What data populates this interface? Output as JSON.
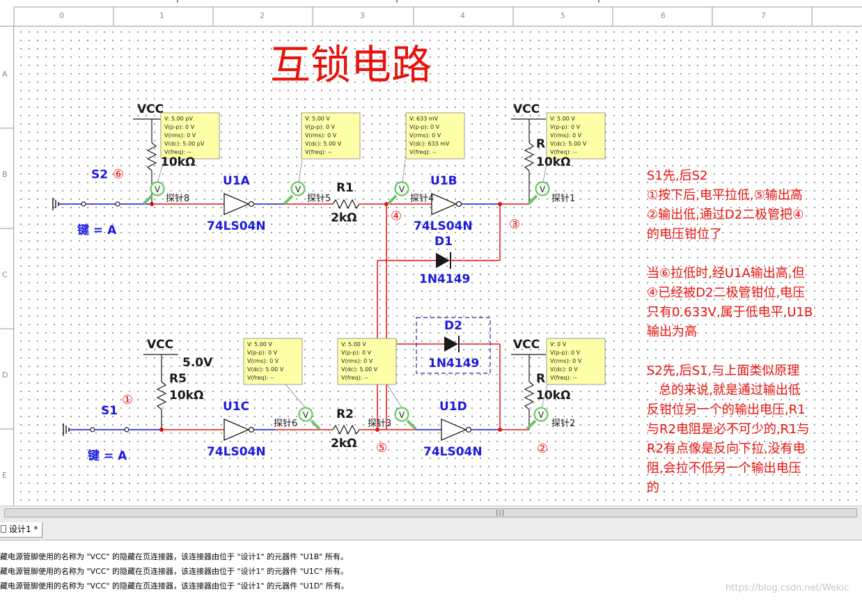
{
  "ruler": {
    "columns": [
      "0",
      "1",
      "2",
      "3",
      "4",
      "5",
      "6",
      "7"
    ],
    "rows": [
      "A",
      "B",
      "C",
      "D",
      "E"
    ]
  },
  "schematic": {
    "title": "互锁电路",
    "labels": {
      "vcc_top_left": "VCC",
      "vcc_top_right": "VCC",
      "vcc_bottom_left": "VCC",
      "vcc_bottom_right": "VCC",
      "voltage_5v": "5.0V",
      "r_top_left_value": "10kΩ",
      "r_top_right_name": "R",
      "r_top_right_value": "10kΩ",
      "r5_name": "R5",
      "r5_value": "10kΩ",
      "r_bottom_right_name": "R",
      "r_bottom_right_value": "10kΩ",
      "s2": "S2",
      "s2_mark": "⑥",
      "s1": "S1",
      "s1_mark": "①",
      "key_top": "键 = A",
      "key_bottom": "键 = A",
      "u1a": "U1A",
      "u1a_part": "74LS04N",
      "u1b": "U1B",
      "u1b_part": "74LS04N",
      "u1c": "U1C",
      "u1c_part": "74LS04N",
      "u1d": "U1D",
      "u1d_part": "74LS04N",
      "r1_name": "R1",
      "r1_value": "2kΩ",
      "r2_name": "R2",
      "r2_value": "2kΩ",
      "d1_name": "D1",
      "d1_part": "1N4149",
      "d2_name": "D2",
      "d2_part": "1N4149",
      "node_4": "④",
      "node_3": "③",
      "node_5": "⑤",
      "node_2": "②",
      "probe_8": "探针8",
      "probe_5": "探针5",
      "probe_4": "探针4",
      "probe_1": "探针1",
      "probe_6": "探针6",
      "probe_3": "探针3",
      "probe_2": "探针2",
      "probe_v": "V"
    },
    "probes": [
      {
        "v": "V: 5.00 pV",
        "vpp": "V(p-p): 0 V",
        "vrms": "V(rms): 0 V",
        "vdc": "V(dc): 5.00 pV",
        "vfreq": "V(freq): --"
      },
      {
        "v": "V: 5.00 V",
        "vpp": "V(p-p): 0 V",
        "vrms": "V(rms): 0 V",
        "vdc": "V(dc): 5.00 V",
        "vfreq": "V(freq): --"
      },
      {
        "v": "V: 633 mV",
        "vpp": "V(p-p): 0 V",
        "vrms": "V(rms): 0 V",
        "vdc": "V(dc): 633 mV",
        "vfreq": "V(freq): --"
      },
      {
        "v": "V: 5.00 V",
        "vpp": "V(p-p): 0 V",
        "vrms": "V(rms): 0 V",
        "vdc": "V(dc): 5.00 V",
        "vfreq": "V(freq): --"
      },
      {
        "v": "V: 5.00 V",
        "vpp": "V(p-p): 0 V",
        "vrms": "V(rms): 0 V",
        "vdc": "V(dc): 5.00 V",
        "vfreq": "V(freq): --"
      },
      {
        "v": "V: 5.00 V",
        "vpp": "V(p-p): 0 V",
        "vrms": "V(rms): 0 V",
        "vdc": "V(dc): 5.00 V",
        "vfreq": "V(freq): --"
      },
      {
        "v": "V: 0 V",
        "vpp": "V(p-p): 0 V",
        "vrms": "V(rms): 0 V",
        "vdc": "V(dc): 0 V",
        "vfreq": "V(freq): --"
      }
    ],
    "notes": [
      "S1先,后S2",
      "①按下后,电平拉低,⑤输出高",
      "②输出低,通过D2二极管把④",
      "的电压钳位了",
      "",
      "当⑥拉低时,经U1A输出高,但",
      "④已经被D2二极管钳位,电压",
      "只有0.633V,属于低电平,U1B",
      "输出为高",
      "",
      "S2先,后S1,与上面类似原理",
      "   总的来说,就是通过输出低",
      "反钳位另一个的输出电压,R1",
      "与R2电阻是必不可少的,R1与",
      "R2有点像是反向下拉,没有电",
      "阻,会拉不低另一个输出电压",
      "的"
    ]
  },
  "tabs": {
    "design": "设计1 *"
  },
  "output": {
    "lines": [
      "藏电源管脚使用的名称为 \"VCC\" 的隐藏在页连接器，该连接器由位于 \"设计1\" 的元器件 \"U1B\" 所有。",
      "藏电源管脚使用的名称为 \"VCC\" 的隐藏在页连接器，该连接器由位于 \"设计1\" 的元器件 \"U1C\" 所有。",
      "藏电源管脚使用的名称为 \"VCC\" 的隐藏在页连接器，该连接器由位于 \"设计1\" 的元器件 \"U1D\" 所有。"
    ]
  },
  "watermark": "https://blog.csdn.net/Wekic",
  "colors": {
    "wire_red": "#e8120c",
    "wire_blue": "#0f10d8",
    "label_blue": "#1a1ae0",
    "note_red": "#e8120c",
    "probe_bg": "#ffffa8",
    "probe_green": "#6cc26c"
  }
}
